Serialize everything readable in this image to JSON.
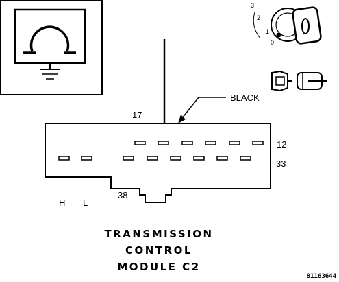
{
  "labels": {
    "wire_color": "BLACK",
    "pin_17": "17",
    "pin_12": "12",
    "pin_33": "33",
    "pin_38": "38",
    "h": "H",
    "l": "L"
  },
  "ignition": {
    "positions": [
      "3",
      "2",
      "1",
      "0"
    ]
  },
  "caption": {
    "line1": "TRANSMISSION",
    "line2": "CONTROL",
    "line3": "MODULE C2"
  },
  "figure_number": "81163644",
  "icons": {
    "meter": "ohmmeter-icon",
    "ground": "ground-icon",
    "key": "ignition-key-icon",
    "connector": "disconnected-connector-icon"
  }
}
